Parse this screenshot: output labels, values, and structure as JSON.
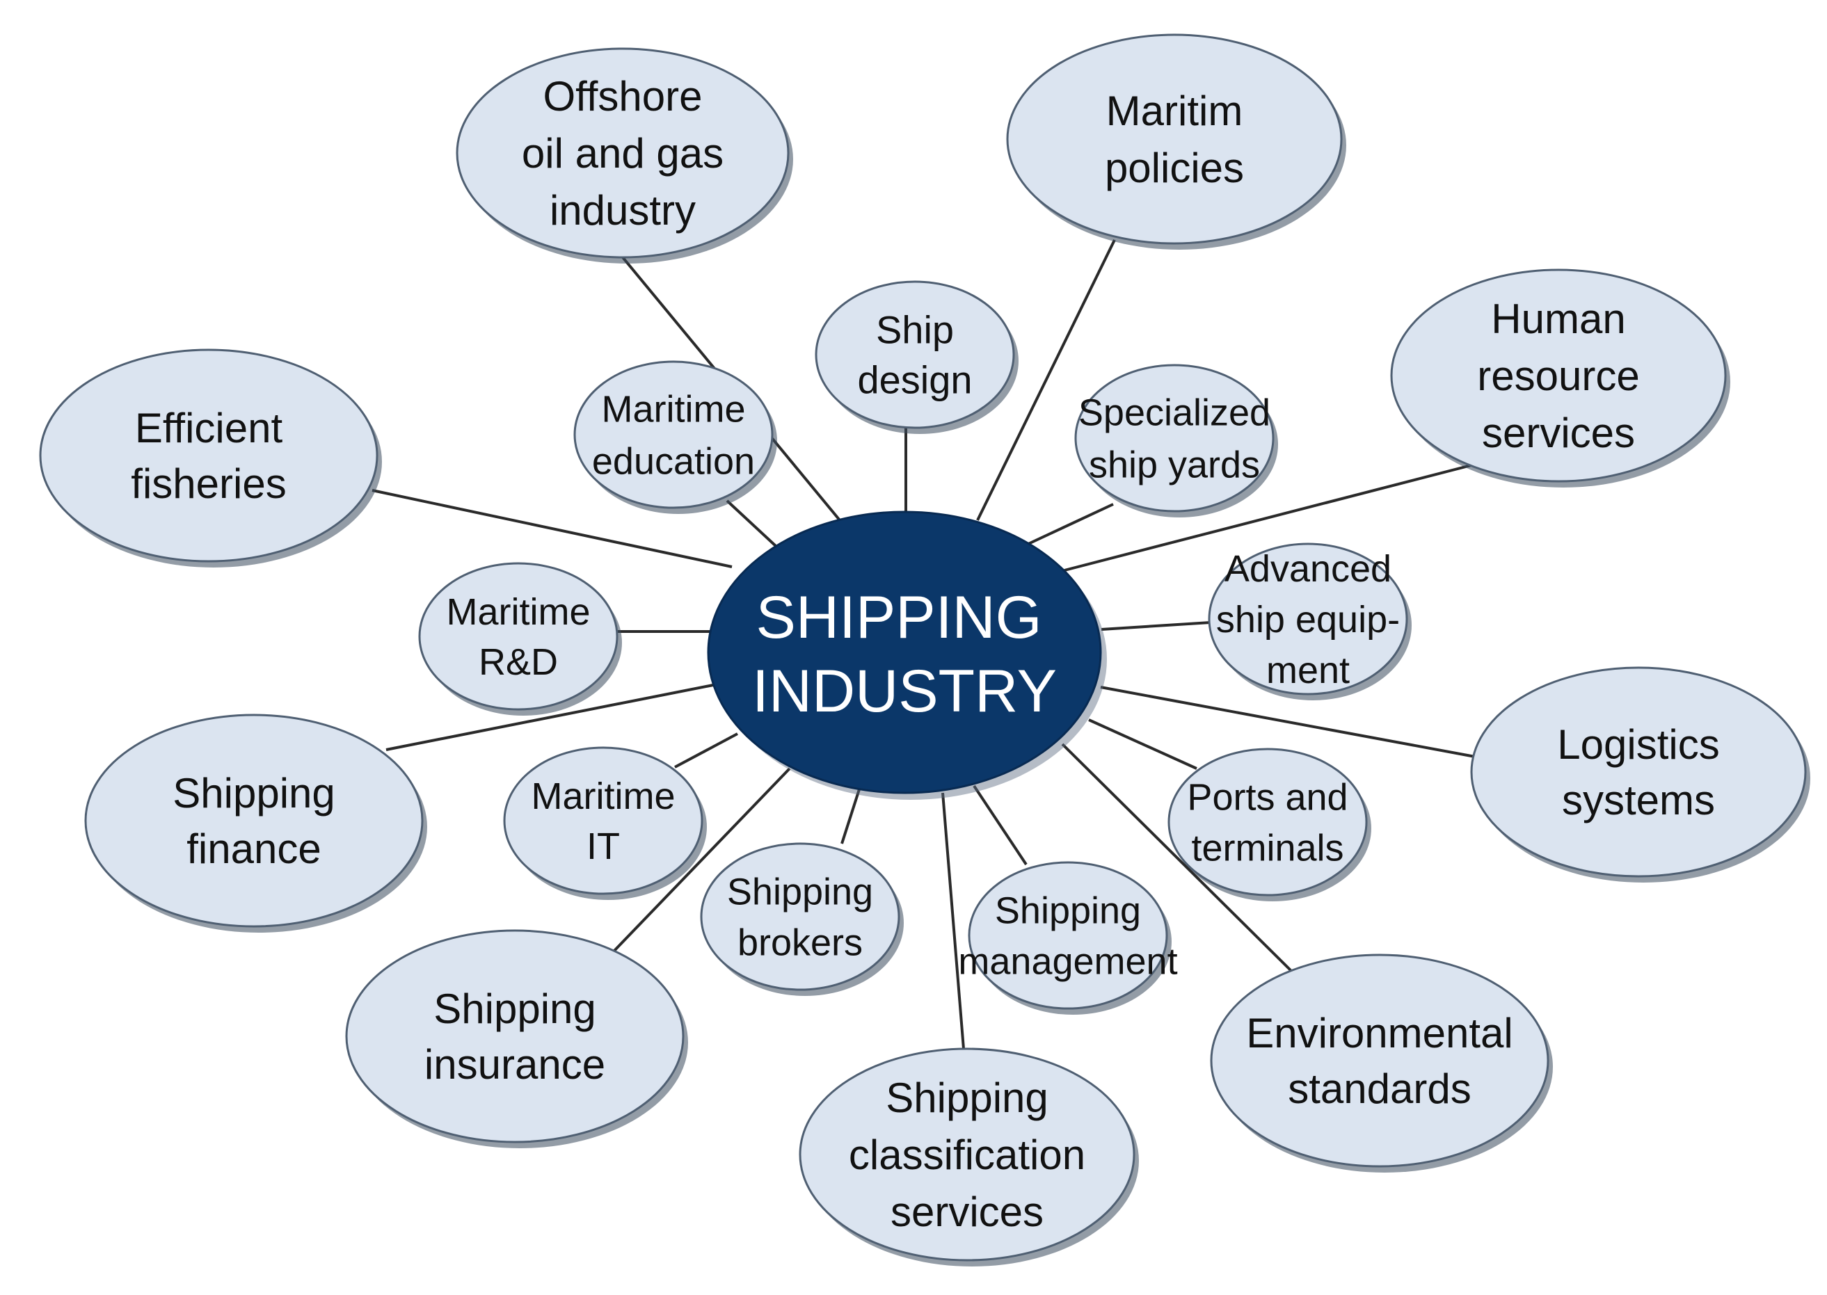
{
  "hub": {
    "label_line1": "SHIPPING",
    "label_line2": "INDUSTRY"
  },
  "nodes": [
    {
      "id": "offshore",
      "lines": [
        "Offshore",
        "oil and gas",
        "industry"
      ]
    },
    {
      "id": "maritim-policies",
      "lines": [
        "Maritim",
        "policies"
      ]
    },
    {
      "id": "ship-design",
      "lines": [
        "Ship",
        "design"
      ]
    },
    {
      "id": "maritime-education",
      "lines": [
        "Maritime",
        "education"
      ]
    },
    {
      "id": "specialized-ship-yards",
      "lines": [
        "Specialized",
        "ship yards"
      ]
    },
    {
      "id": "human-resource",
      "lines": [
        "Human",
        "resource",
        "services"
      ]
    },
    {
      "id": "efficient-fisheries",
      "lines": [
        "Efficient",
        "fisheries"
      ]
    },
    {
      "id": "advanced-ship-equipment",
      "lines": [
        "Advanced",
        "ship equip-",
        "ment"
      ]
    },
    {
      "id": "maritime-rd",
      "lines": [
        "Maritime",
        "R&D"
      ]
    },
    {
      "id": "logistics",
      "lines": [
        "Logistics",
        "systems"
      ]
    },
    {
      "id": "shipping-finance",
      "lines": [
        "Shipping",
        "finance"
      ]
    },
    {
      "id": "maritime-it",
      "lines": [
        "Maritime",
        "IT"
      ]
    },
    {
      "id": "ports-terminals",
      "lines": [
        "Ports and",
        "terminals"
      ]
    },
    {
      "id": "shipping-brokers",
      "lines": [
        "Shipping",
        "brokers"
      ]
    },
    {
      "id": "shipping-management",
      "lines": [
        "Shipping",
        "management"
      ]
    },
    {
      "id": "shipping-insurance",
      "lines": [
        "Shipping",
        "insurance"
      ]
    },
    {
      "id": "environmental",
      "lines": [
        "Environmental",
        "standards"
      ]
    },
    {
      "id": "classification",
      "lines": [
        "Shipping",
        "classification",
        "services"
      ]
    }
  ],
  "colors": {
    "hub_fill": "#0b3769",
    "node_fill": "#dbe4f0",
    "node_stroke": "#4f5f72",
    "spoke": "#2a2a2a"
  }
}
